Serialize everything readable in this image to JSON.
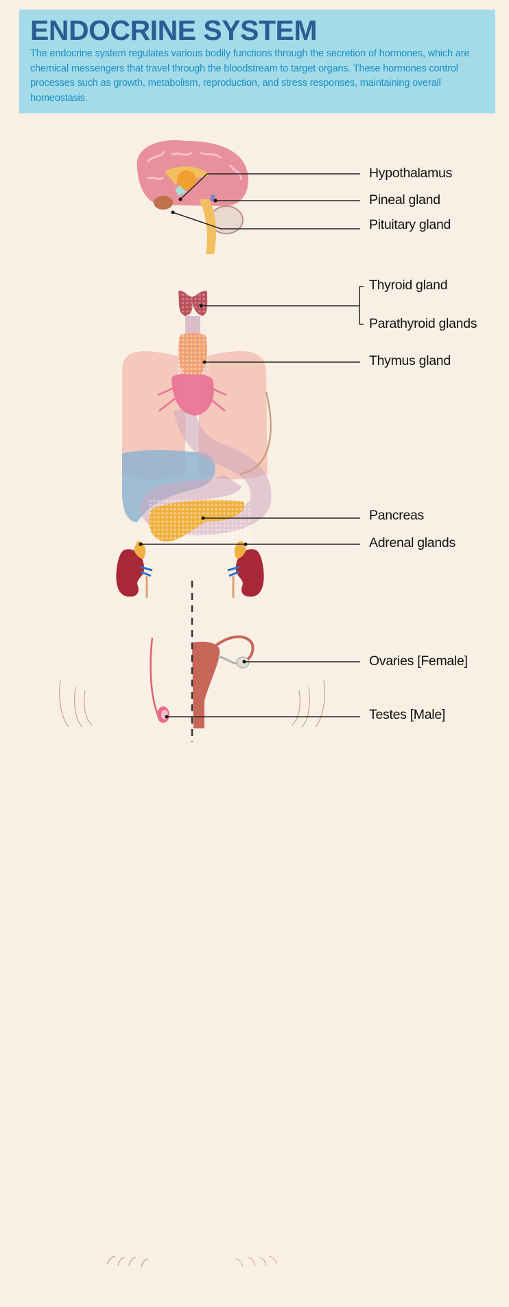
{
  "header": {
    "title": "ENDOCRINE SYSTEM",
    "description": "The endocrine system regulates various bodily functions through the secretion of hormones, which are chemical messengers that travel through the bloodstream to target organs. These hormones control processes such as growth, metabolism, reproduction, and stress responses, maintaining overall homeostasis."
  },
  "labels": [
    {
      "id": "hypothalamus",
      "text": "Hypothalamus"
    },
    {
      "id": "pineal",
      "text": "Pineal gland"
    },
    {
      "id": "pituitary",
      "text": "Pituitary gland"
    },
    {
      "id": "thyroid",
      "text": "Thyroid gland"
    },
    {
      "id": "parathyroid",
      "text": "Parathyroid glands"
    },
    {
      "id": "thymus",
      "text": "Thymus gland"
    },
    {
      "id": "pancreas",
      "text": "Pancreas"
    },
    {
      "id": "adrenal",
      "text": "Adrenal glands"
    },
    {
      "id": "ovaries",
      "text": "Ovaries [Female]"
    },
    {
      "id": "testes",
      "text": "Testes [Male]"
    }
  ],
  "colors": {
    "background": "#f9f0e5",
    "header_bg": "#a3dbe8",
    "title": "#2b5d94",
    "description": "#1a8fc6",
    "skin_left": "#e0bea8",
    "skin_right": "#f2d2bc",
    "brain": "#e8909c",
    "thyroid": "#b9505a",
    "thymus": "#f0a070",
    "heart": "#e87095",
    "lungs": "#f0b0a0",
    "liver": "#8fb4d0",
    "pancreas": "#f0b040",
    "kidney": "#a82838",
    "uterus": "#c8665a",
    "leader_line": "#222222"
  }
}
